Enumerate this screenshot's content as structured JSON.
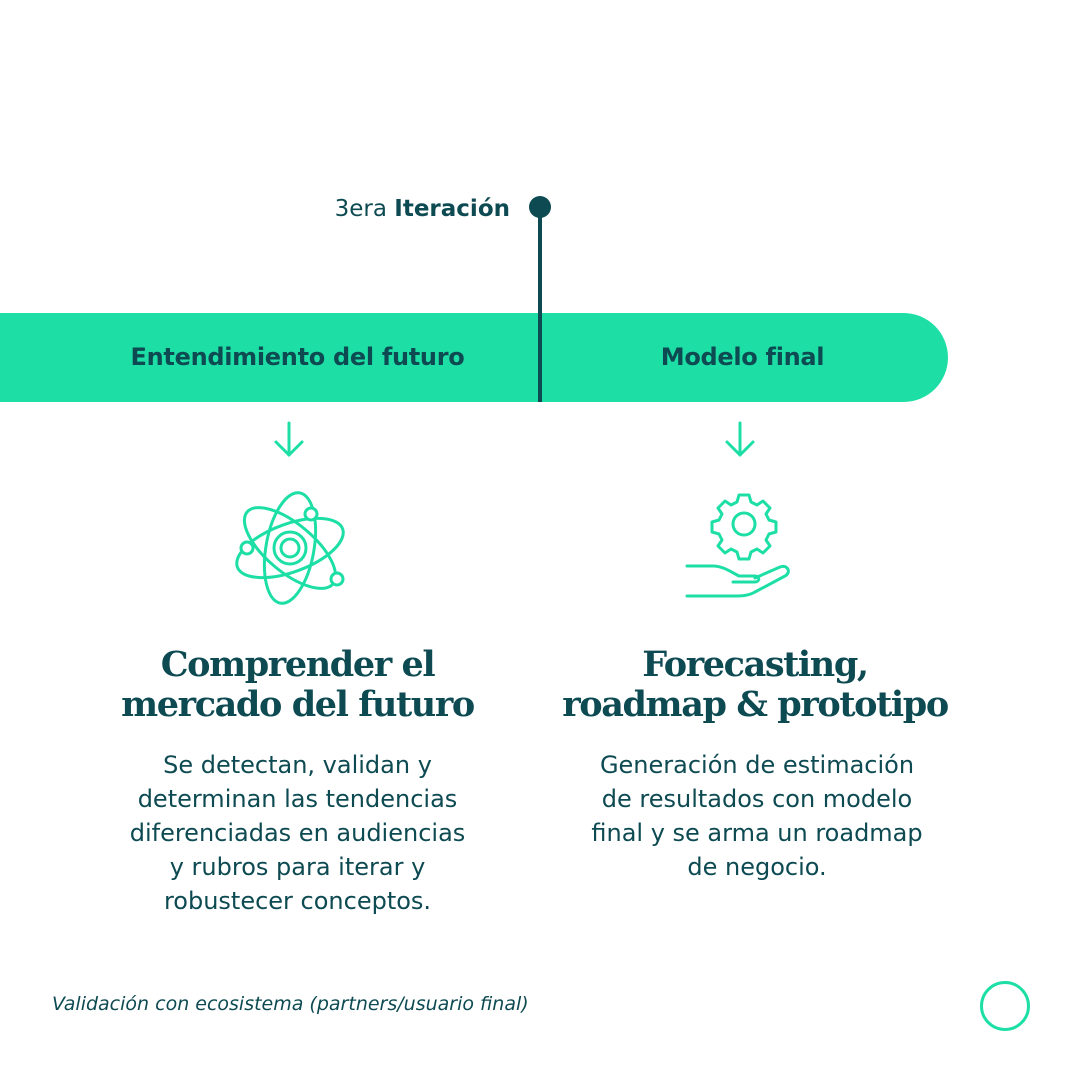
{
  "timeline": {
    "marker_prefix": "3era",
    "marker_bold": "Iteración",
    "stage_left": "Entendimiento del futuro",
    "stage_right": "Modelo final"
  },
  "cards": [
    {
      "icon": "atom-icon",
      "title_line1": "Comprender el",
      "title_line2": "mercado del futuro",
      "text_lines": [
        "Se detectan, validan y",
        "determinan las tendencias",
        "diferenciadas en audiencias",
        "y rubros para iterar y",
        "robustecer conceptos."
      ]
    },
    {
      "icon": "hand-gear-icon",
      "title_line1": "Forecasting,",
      "title_line2": "roadmap & prototipo",
      "text_lines": [
        "Generación de estimación",
        "de resultados con modelo",
        "final y se arma un roadmap",
        "de negocio."
      ]
    }
  ],
  "footer": {
    "note": "Validación con ecosistema (partners/usuario final)"
  },
  "colors": {
    "accent": "#1ddfa6",
    "text": "#0d4a52",
    "background": "#ffffff"
  }
}
